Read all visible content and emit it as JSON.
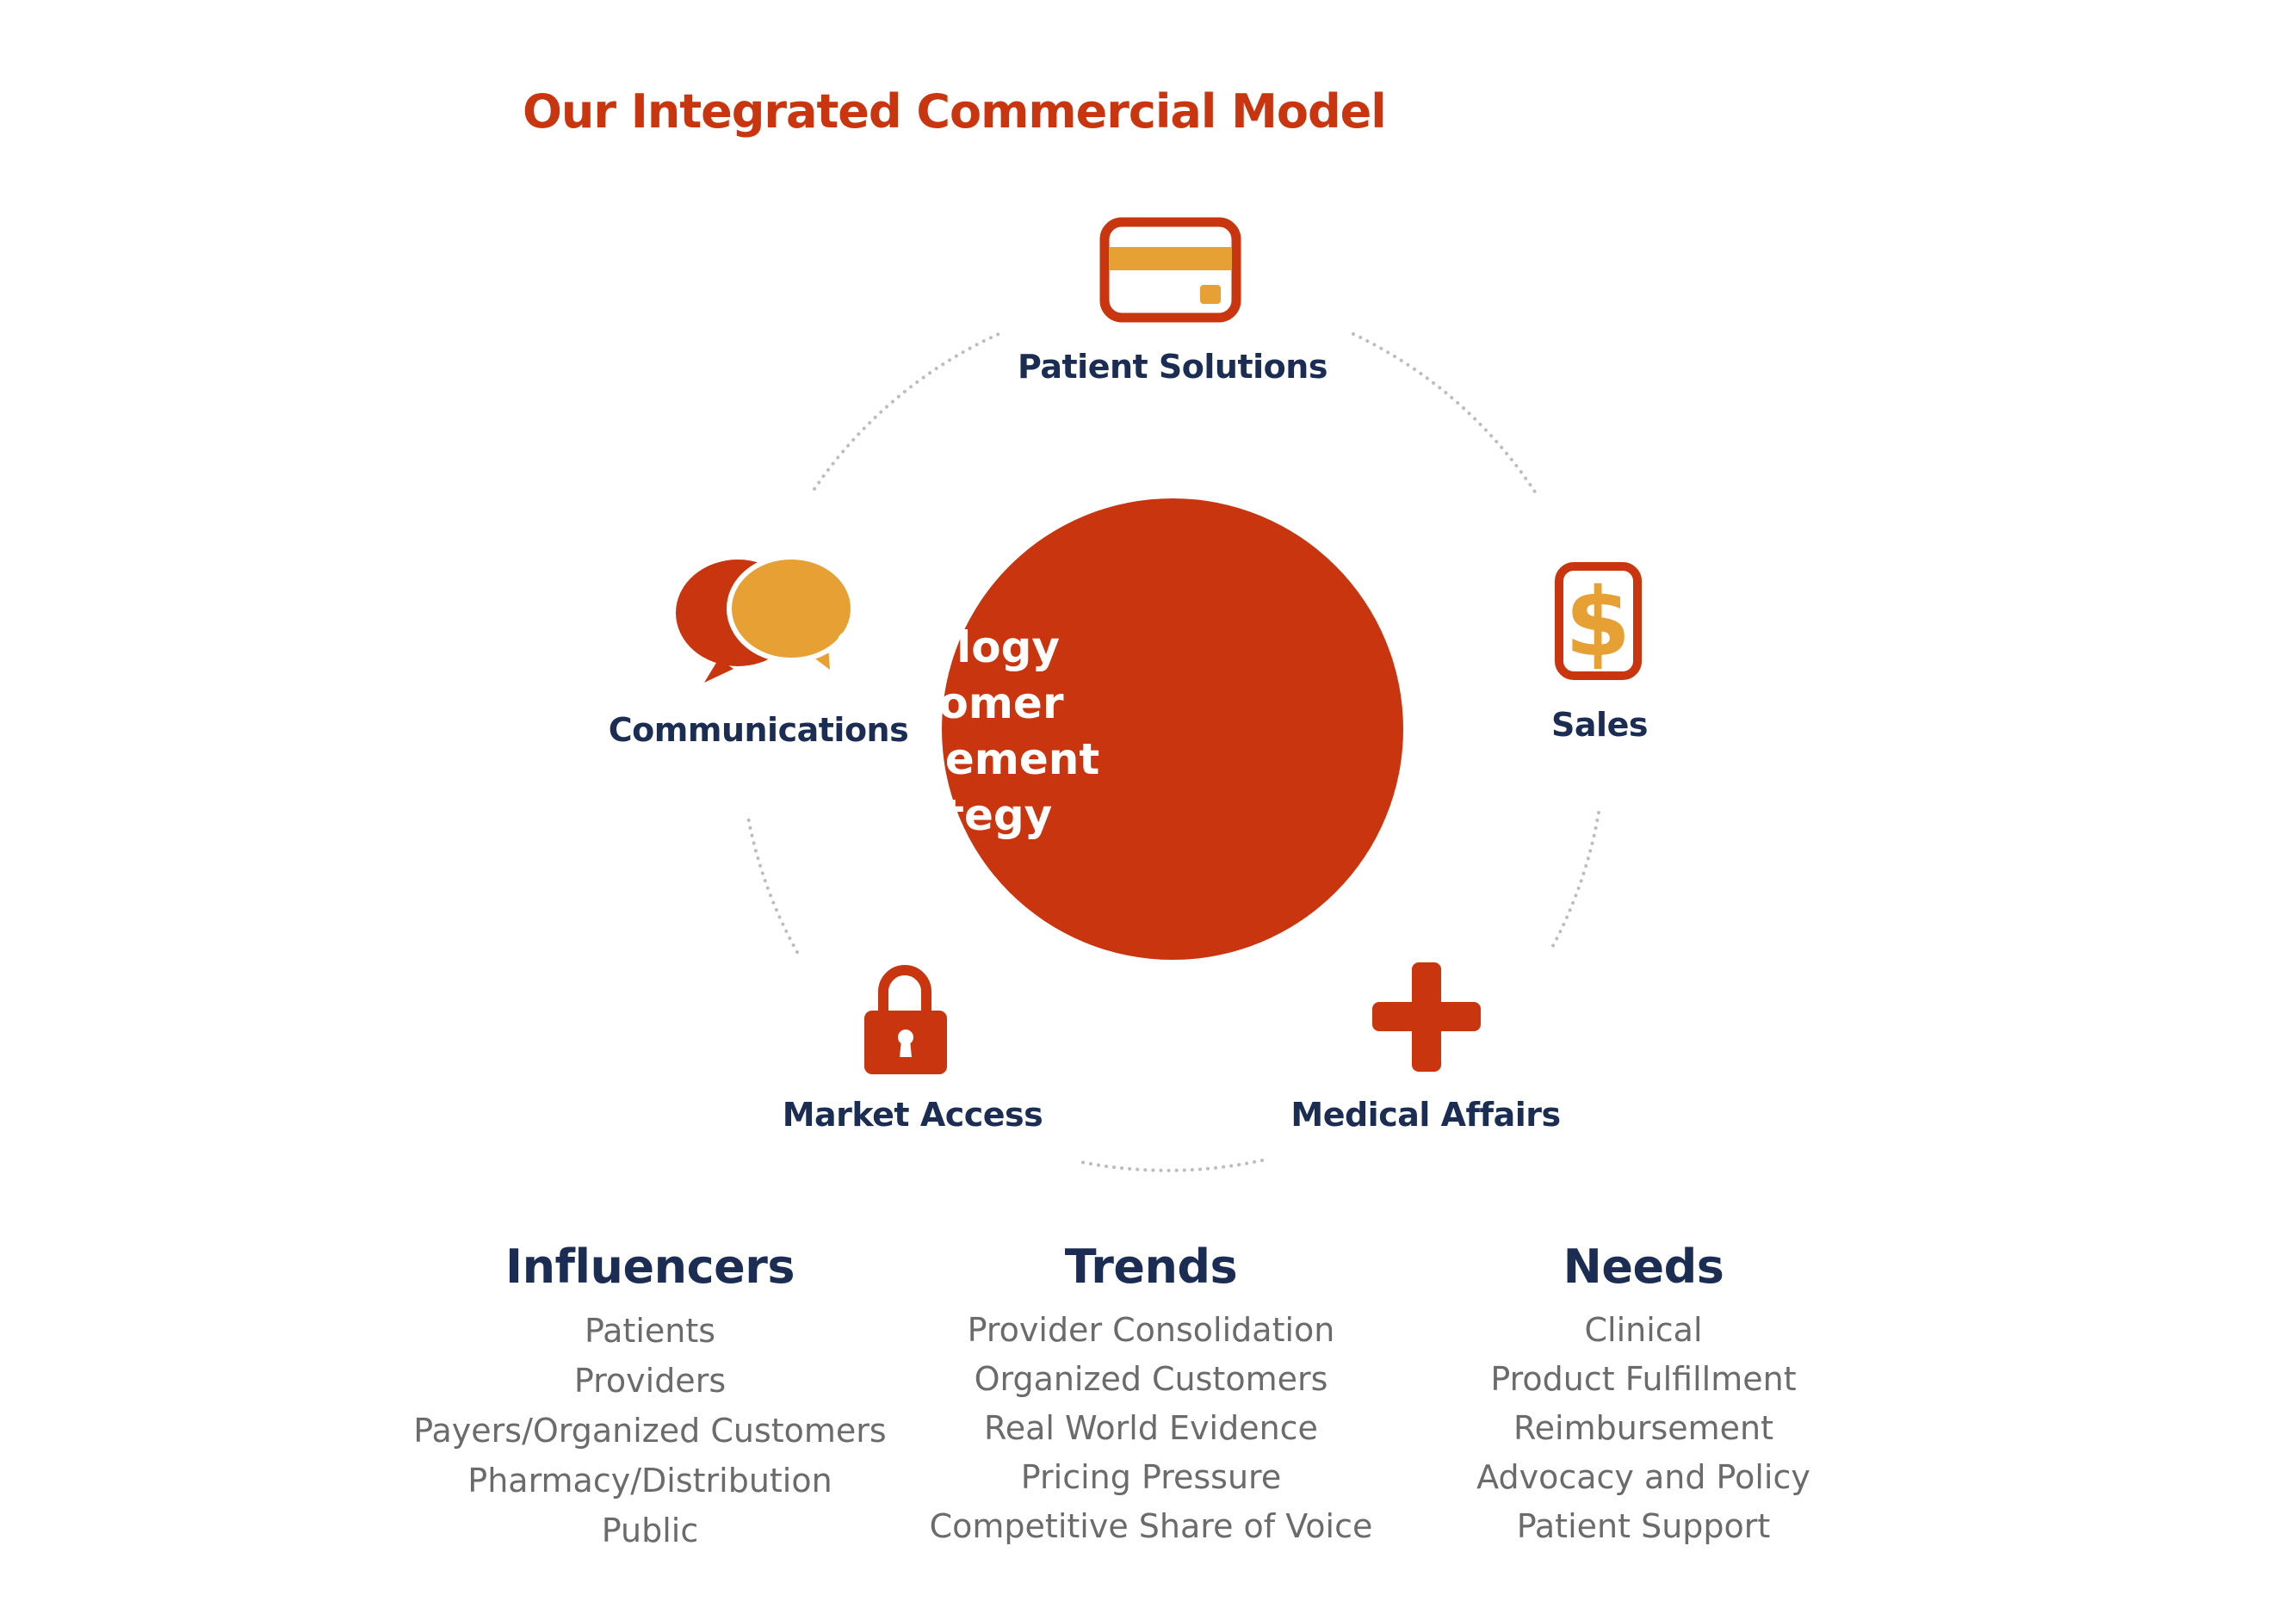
{
  "title": "Our Integrated Commercial Model",
  "colors": {
    "accent_red": "#C9350E",
    "accent_orange": "#E6A033",
    "navy": "#1B2D52",
    "gray_text": "#6B6B6B",
    "dot_gray": "#BDBDBD"
  },
  "center": {
    "lines": [
      "Oncology",
      "Customer",
      "Engagement",
      "Strategy"
    ]
  },
  "nodes": {
    "patient_solutions": {
      "label": "Patient Solutions",
      "icon": "credit-card-icon"
    },
    "sales": {
      "label": "Sales",
      "icon": "dollar-icon"
    },
    "medical_affairs": {
      "label": "Medical Affairs",
      "icon": "plus-icon"
    },
    "market_access": {
      "label": "Market Access",
      "icon": "lock-icon"
    },
    "communications": {
      "label": "Communications",
      "icon": "speech-bubbles-icon"
    }
  },
  "columns": {
    "influencers": {
      "heading": "Influencers",
      "items": [
        "Patients",
        "Providers",
        "Payers/Organized Customers",
        "Pharmacy/Distribution",
        "Public"
      ]
    },
    "trends": {
      "heading": "Trends",
      "items": [
        "Provider Consolidation",
        "Organized Customers",
        "Real World Evidence",
        "Pricing Pressure",
        "Competitive Share of Voice"
      ]
    },
    "needs": {
      "heading": "Needs",
      "items": [
        "Clinical",
        "Product Fulfillment",
        "Reimbursement",
        "Advocacy and Policy",
        "Patient Support"
      ]
    }
  }
}
